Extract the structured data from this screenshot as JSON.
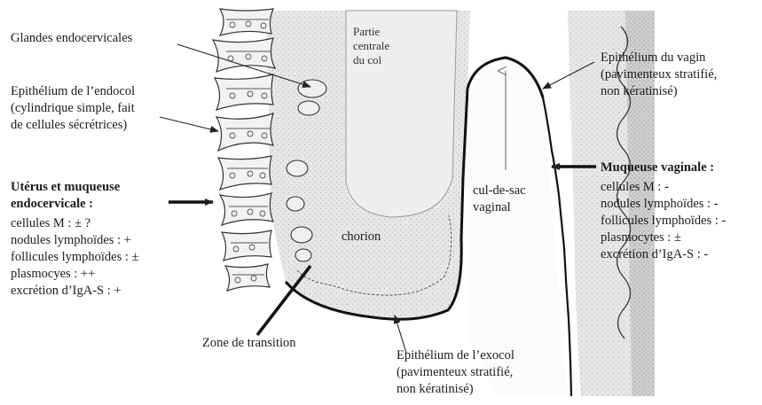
{
  "labels": {
    "glandes": "Glandes endocervicales",
    "endocol": {
      "l1": "Epithélium de l’endocol",
      "l2": "(cylindrique simple, fait",
      "l3": "de cellules sécrétrices)"
    },
    "uterus": {
      "title_l1": "Utérus et muqueuse",
      "title_l2": "endocervicale :",
      "items": [
        "cellules M : ± ?",
        "nodules lymphoïdes : +",
        "follicules lymphoïdes : ±",
        "plasmocyes : ++",
        "excrétion d’IgA-S : +"
      ]
    },
    "partie_centrale": {
      "l1": "Partie",
      "l2": "centrale",
      "l3": "du col"
    },
    "cul_de_sac": {
      "l1": "cul-de-sac",
      "l2": "vaginal"
    },
    "chorion": "chorion",
    "zone_transition": "Zone de transition",
    "exocol": {
      "l1": "Epithélium de l’exocol",
      "l2": "(pavimenteux stratifié,",
      "l3": "non kératinisé)"
    },
    "vagin": {
      "l1": "Epithélium du vagin",
      "l2": "(pavimenteux stratifié,",
      "l3": "non kératinisé)"
    },
    "muqueuse_vaginale": {
      "title": "Muqueuse vaginale :",
      "items": [
        "cellules M : -",
        "nodules lymphoïdes : -",
        "follicules lymphoïdes : -",
        "plasmocytes : ±",
        "excrétion d’IgA-S : -"
      ]
    }
  }
}
